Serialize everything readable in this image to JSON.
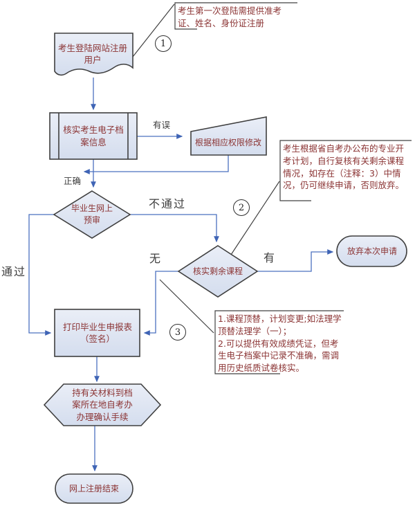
{
  "diagram": {
    "nodes": {
      "register_doc": {
        "label": "考生登陆网站注册用户",
        "type": "document"
      },
      "verify_archive": {
        "label": "核实考生电子档案信息",
        "type": "predefined-process"
      },
      "modify_permission": {
        "label": "根据相应权限修改",
        "type": "manual-operation"
      },
      "online_precheck": {
        "label": "毕业生网上预审",
        "type": "decision"
      },
      "check_remaining": {
        "label": "核实剩余课程",
        "type": "decision"
      },
      "abandon_request": {
        "label": "放弃本次申请",
        "type": "terminator"
      },
      "print_form": {
        "label": "打印毕业生申报表（签名）",
        "type": "process"
      },
      "confirm_office": {
        "label": "持有关材料到档案所在地自考办办理确认手续",
        "type": "preparation"
      },
      "end_register": {
        "label": "网上注册结束",
        "type": "terminator"
      }
    },
    "edge_labels": {
      "you_wu": "有误",
      "zheng_que": "正确",
      "bu_tong_guo": "不通过",
      "tong_guo": "通过",
      "wu": "无",
      "you": "有"
    },
    "annotations": [
      {
        "number": "1",
        "text": "考生第一次登陆需提供准考证、姓名、身份证注册"
      },
      {
        "number": "2",
        "text": "考生根据省自考办公布的专业开考计划，自行复核有关剩余课程情况，如存在（注释：3）中情况，仍可继续申请，否则放弃。"
      },
      {
        "number": "3",
        "lines": [
          "1.课程顶替，计划变更;如法理学顶替法理学（一）；",
          "2.可以提供有效成绩凭证，但考生电子档案中记录不准确，需调用历史纸质试卷核实。"
        ]
      }
    ],
    "colors": {
      "node_fill": "#dde5f1",
      "node_border": "#3f3f3f",
      "flow_line": "#4a71bf",
      "node_text": "#8b3434",
      "label_text": "#3d3d3d"
    }
  }
}
